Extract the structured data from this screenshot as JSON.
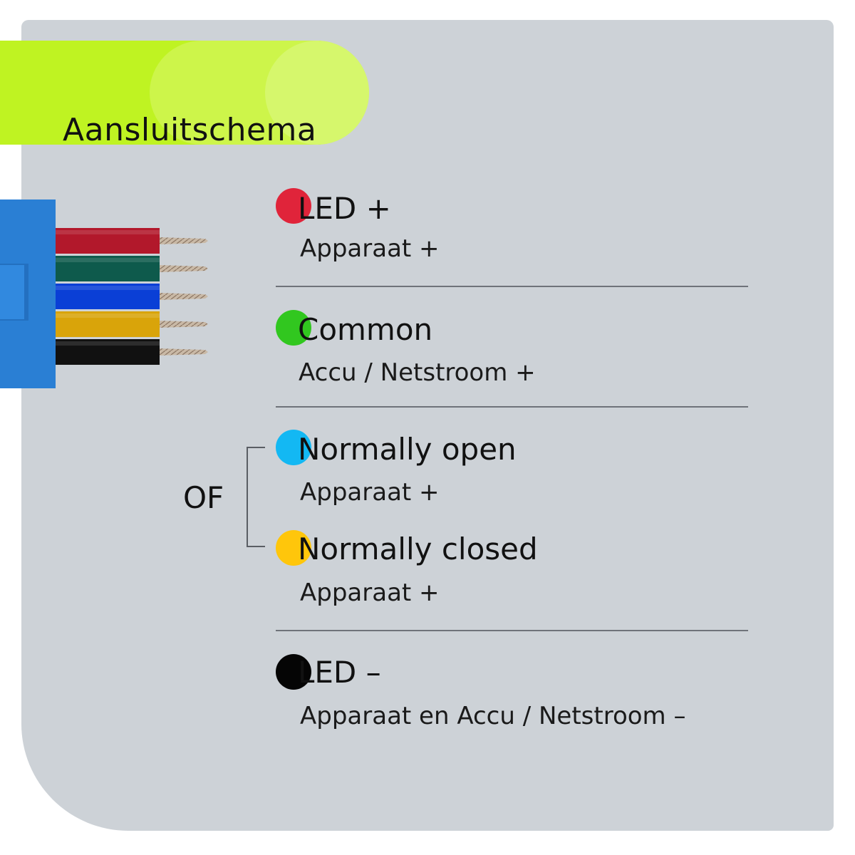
{
  "header": {
    "title": "Aansluitschema"
  },
  "colors": {
    "panel": "#cdd2d7",
    "banner": "#bff322",
    "connector": "#2a7fd4",
    "red": "#e0243a",
    "green": "#31c71f",
    "blue": "#13b8f3",
    "yellow": "#ffc60b",
    "black": "#050505"
  },
  "wires": [
    {
      "color_name": "red",
      "color": "#b2182b"
    },
    {
      "color_name": "dark-green",
      "color": "#0e5a4c"
    },
    {
      "color_name": "blue",
      "color": "#0a3fd6"
    },
    {
      "color_name": "yellow",
      "color": "#d9a40a"
    },
    {
      "color_name": "black",
      "color": "#111111"
    }
  ],
  "entries": [
    {
      "dot_color": "#e0243a",
      "title": "LED +",
      "subtitle": "Apparaat +"
    },
    {
      "dot_color": "#31c71f",
      "title": "Common",
      "subtitle": "Accu / Netstroom +"
    },
    {
      "dot_color": "#13b8f3",
      "title": "Normally open",
      "subtitle": "Apparaat +"
    },
    {
      "dot_color": "#ffc60b",
      "title": "Normally closed",
      "subtitle": "Apparaat +"
    },
    {
      "dot_color": "#050505",
      "title": "LED –",
      "subtitle": "Apparaat en Accu / Netstroom –"
    }
  ],
  "or_label": "OF"
}
